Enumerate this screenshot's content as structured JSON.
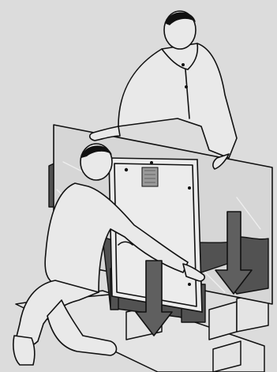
{
  "illustration": {
    "subject_icons": [
      "tv-set",
      "packing-foam",
      "carton-box",
      "person-standing",
      "person-kneeling",
      "down-arrow"
    ],
    "colors": {
      "background": "#dcdcdc",
      "foam": "#525252",
      "arrow": "#5f5f5f",
      "outline": "#111111"
    },
    "arrow_count": 2
  }
}
